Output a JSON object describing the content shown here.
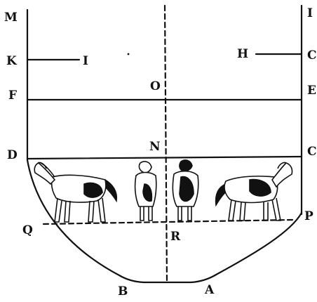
{
  "colors": {
    "ink": "#111111",
    "paper": "#ffffff"
  },
  "labels": {
    "M": "M",
    "K": "K",
    "I": "I",
    "F": "F",
    "D": "D",
    "Q": "Q",
    "O": "O",
    "N": "N",
    "R": "R",
    "B": "B",
    "A": "A",
    "H": "H",
    "P": "P",
    "right_top": "I",
    "right_k": "C",
    "right_f": "E",
    "right_d": "C"
  },
  "figures": [
    {
      "name": "horse-left-side",
      "facing": "left"
    },
    {
      "name": "horse-front-view",
      "facing": "front"
    },
    {
      "name": "horse-rear-view",
      "facing": "rear"
    },
    {
      "name": "horse-right-side",
      "facing": "right"
    }
  ]
}
